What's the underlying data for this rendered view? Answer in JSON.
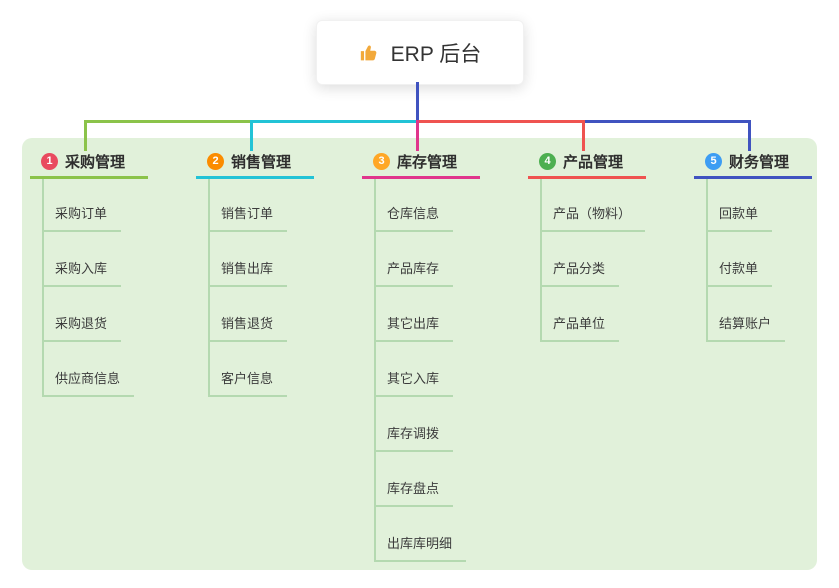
{
  "app": {
    "type": "mindmap"
  },
  "root": {
    "label": "ERP 后台",
    "icon": "thumbs-up-icon",
    "icon_color": "#f2a93b"
  },
  "colors": {
    "canvas_background": "#ffffff",
    "panel_background": "#e1f1da",
    "stem": "#4053c0",
    "child_line": "#b4d9b0"
  },
  "branches": [
    {
      "number": "1",
      "label": "采购管理",
      "badge_color": "#e94b5f",
      "line_color": "#8bc34a",
      "children": [
        "采购订单",
        "采购入库",
        "采购退货",
        "供应商信息"
      ]
    },
    {
      "number": "2",
      "label": "销售管理",
      "badge_color": "#fb8c00",
      "line_color": "#22c3d6",
      "children": [
        "销售订单",
        "销售出库",
        "销售退货",
        "客户信息"
      ]
    },
    {
      "number": "3",
      "label": "库存管理",
      "badge_color": "#ffa726",
      "line_color": "#e0368c",
      "children": [
        "仓库信息",
        "产品库存",
        "其它出库",
        "其它入库",
        "库存调拨",
        "库存盘点",
        "出库库明细"
      ]
    },
    {
      "number": "4",
      "label": "产品管理",
      "badge_color": "#4caf50",
      "line_color": "#ef5350",
      "children": [
        "产品（物料）",
        "产品分类",
        "产品单位"
      ]
    },
    {
      "number": "5",
      "label": "财务管理",
      "badge_color": "#3d9df3",
      "line_color": "#4053c0",
      "children": [
        "回款单",
        "付款单",
        "结算账户"
      ]
    }
  ]
}
